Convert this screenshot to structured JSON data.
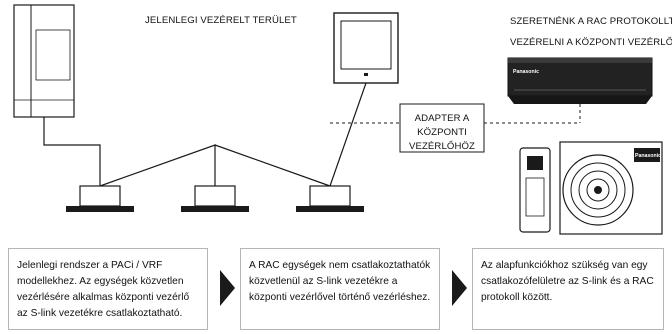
{
  "labels": {
    "current_area": "JELENLEGI VEZÉRELT TERÜLET",
    "wish_line1": "SZERETNÉNK A RAC PROTOKOLLT",
    "wish_line2": "VEZÉRELNI A KÖZPONTI VEZÉRLŐKKEL",
    "adapter_line1": "ADAPTER A",
    "adapter_line2": "KÖZPONTI",
    "adapter_line3": "VEZÉRLŐHÖZ"
  },
  "brand": {
    "indoor": "Panasonic",
    "outdoor": "Panasonic"
  },
  "boxes": [
    {
      "text": "Jelenlegi rendszer a PACi / VRF modellekhez. Az egységek közvetlen vezérlésére alkalmas központi vezérlő az S-link vezetékre csatlakoztatható."
    },
    {
      "text": "A RAC egységek nem csatlakoztathatók közvetlenül az S-link vezetékre a központi vezérlővel történő vezérléshez."
    },
    {
      "text": "Az alapfunkciókhoz szükség van egy csatlakozófelületre az S-link és a RAC protokoll között."
    }
  ],
  "colors": {
    "line": "#1a1a1a",
    "unit_dark": "#222222",
    "box_border": "#b5b5b5"
  }
}
